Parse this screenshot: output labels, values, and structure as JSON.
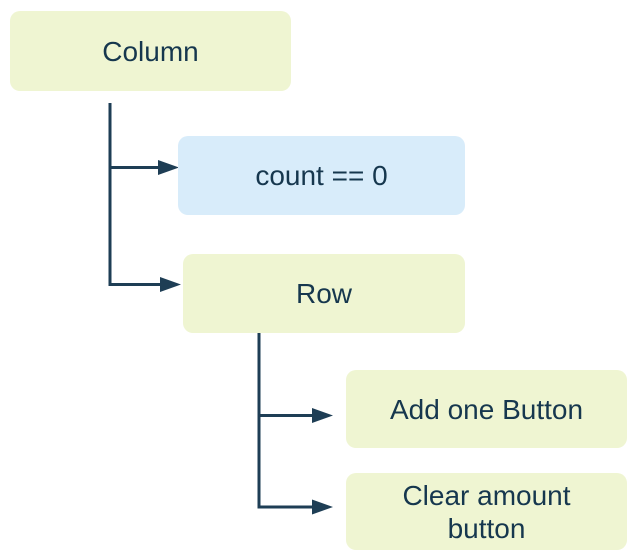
{
  "diagram": {
    "colors": {
      "node_green": "#eff5d2",
      "node_blue": "#d8ecfa",
      "line": "#1e3e55",
      "text": "#16374e",
      "bg": "#ffffff"
    },
    "nodes": [
      {
        "label": "Column",
        "kind": "widget"
      },
      {
        "label": "count == 0",
        "kind": "state-condition"
      },
      {
        "label": "Row",
        "kind": "widget"
      },
      {
        "label": "Add one Button",
        "kind": "widget"
      },
      {
        "label": "Clear amount button",
        "kind": "widget"
      }
    ],
    "edges": [
      {
        "from": "Column",
        "to": "count == 0"
      },
      {
        "from": "Column",
        "to": "Row"
      },
      {
        "from": "Row",
        "to": "Add one Button"
      },
      {
        "from": "Row",
        "to": "Clear amount button"
      }
    ]
  }
}
